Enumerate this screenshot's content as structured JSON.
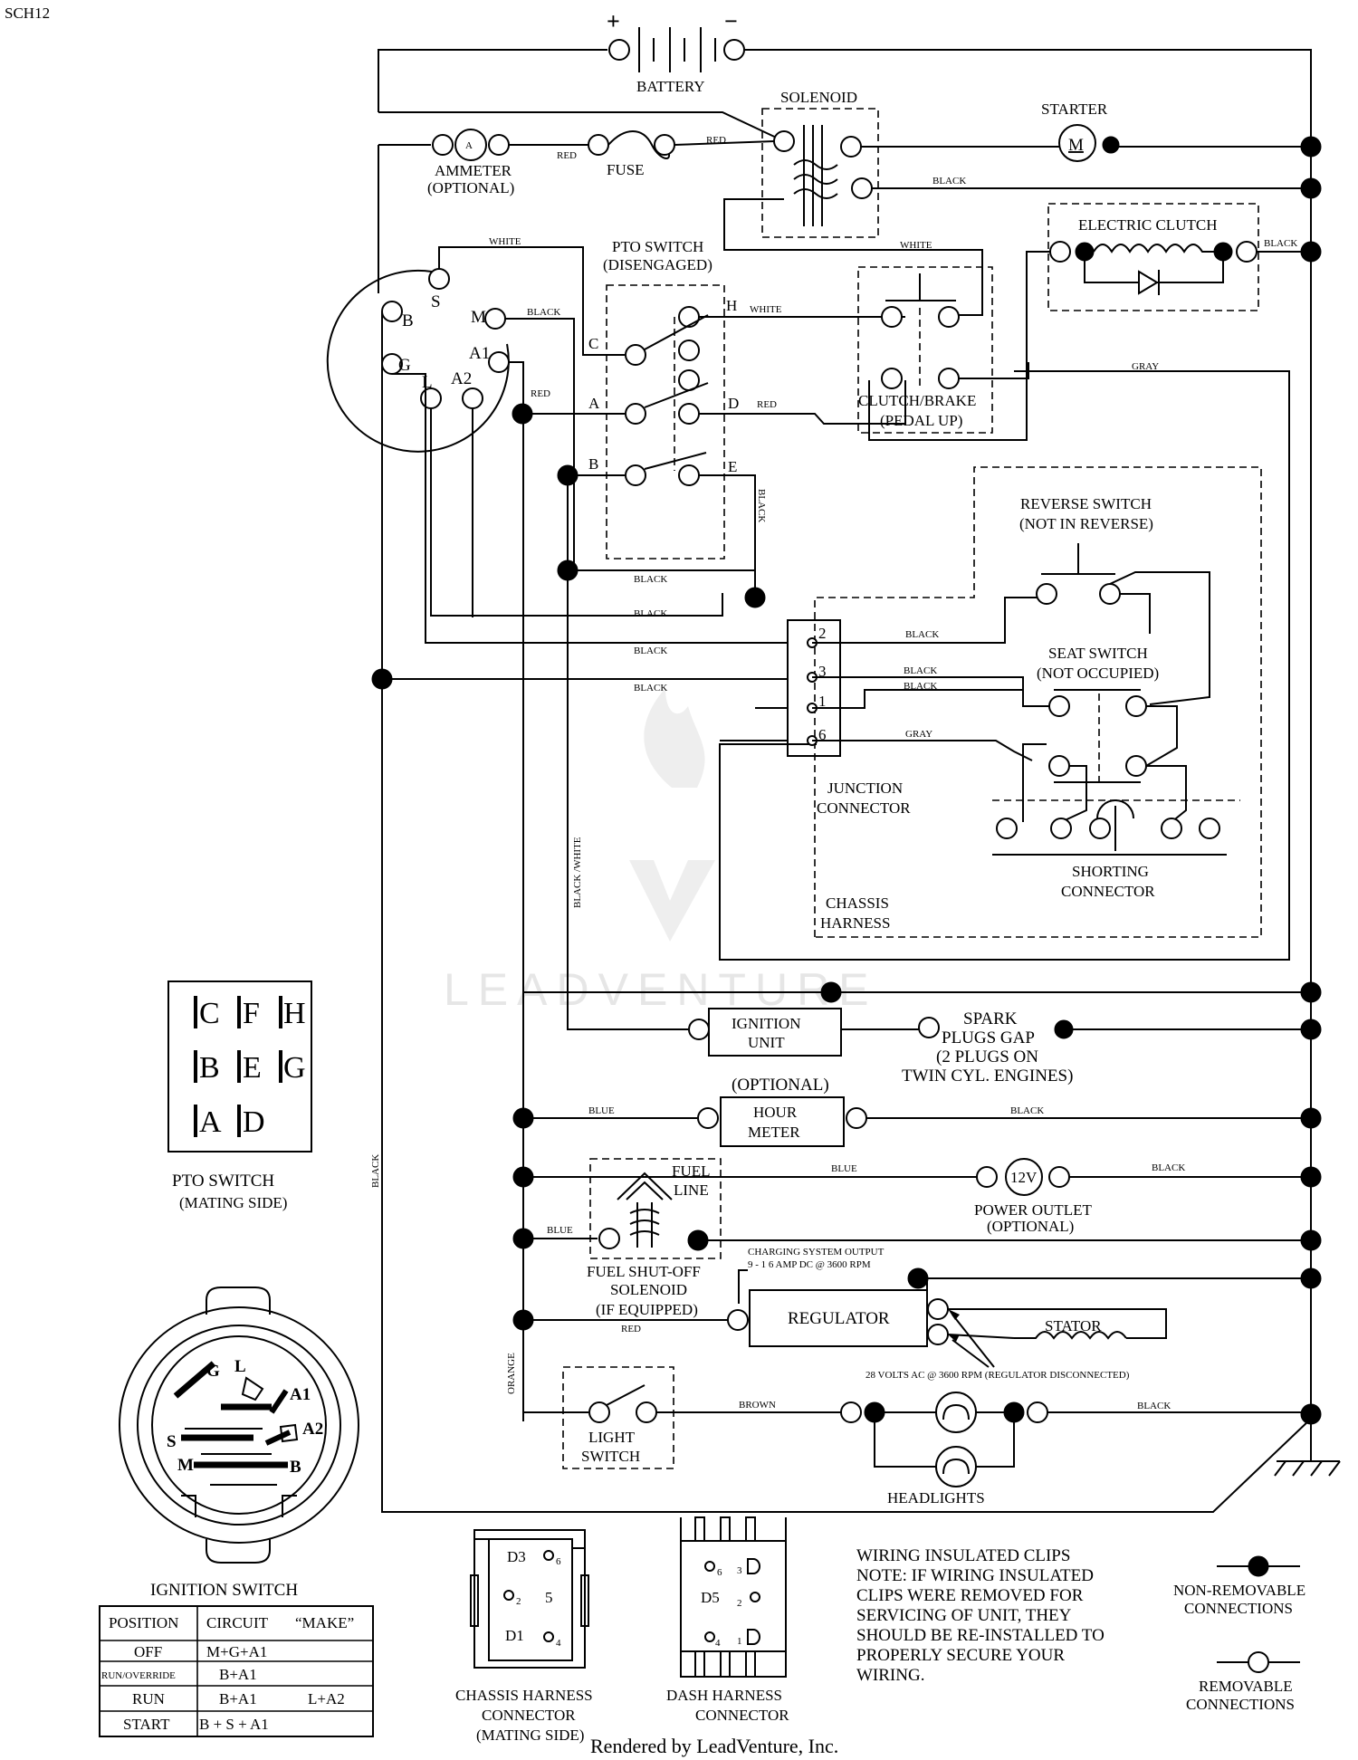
{
  "corner_code": "SCH12",
  "battery": {
    "label": "BATTERY",
    "plus": "+",
    "minus": "−"
  },
  "solenoid": {
    "label": "SOLENOID"
  },
  "starter": {
    "label": "STARTER",
    "symbol": "M"
  },
  "ammeter": {
    "label": "AMMETER",
    "note": "(OPTIONAL)",
    "symbol": "A"
  },
  "fuse": {
    "label": "FUSE"
  },
  "electric_clutch": {
    "label": "ELECTRIC CLUTCH"
  },
  "pto_switch": {
    "label": "PTO SWITCH",
    "state": "(DISENGAGED)"
  },
  "clutch_brake": {
    "label": "CLUTCH/BRAKE",
    "state": "(PEDAL UP)"
  },
  "reverse_switch": {
    "label": "REVERSE SWITCH",
    "state": "(NOT IN REVERSE)"
  },
  "seat_switch": {
    "label": "SEAT SWITCH",
    "state": "(NOT OCCUPIED)"
  },
  "junction_connector": {
    "line1": "JUNCTION",
    "line2": "CONNECTOR",
    "pins": [
      "2",
      "3",
      "1",
      "6"
    ]
  },
  "shorting_connector": {
    "line1": "SHORTING",
    "line2": "CONNECTOR"
  },
  "chassis_harness": {
    "line1": "CHASSIS",
    "line2": "HARNESS"
  },
  "ignition_unit": {
    "line1": "IGNITION",
    "line2": "UNIT"
  },
  "spark_plugs": {
    "line1": "SPARK",
    "line2": "PLUGS GAP",
    "line3": "(2 PLUGS ON",
    "line4": "TWIN CYL. ENGINES)"
  },
  "hour_meter": {
    "note": "(OPTIONAL)",
    "line1": "HOUR",
    "line2": "METER"
  },
  "fuel_shutoff": {
    "line1": "FUEL SHUT-OFF",
    "line2": "SOLENOID",
    "line3": "(IF EQUIPPED)",
    "fuel_line1": "FUEL",
    "fuel_line2": "LINE"
  },
  "power_outlet": {
    "symbol": "12V",
    "line1": "POWER OUTLET",
    "line2": "(OPTIONAL)"
  },
  "charging": {
    "line1": "CHARGING SYSTEM OUTPUT",
    "line2": "9 - 1 6 AMP DC @ 3600 RPM"
  },
  "regulator": {
    "label": "REGULATOR"
  },
  "stator": {
    "label": "STATOR",
    "note": "28 VOLTS AC @ 3600 RPM (REGULATOR DISCONNECTED)"
  },
  "light_switch": {
    "line1": "LIGHT",
    "line2": "SWITCH"
  },
  "headlights": {
    "label": "HEADLIGHTS"
  },
  "ign_switch_terminals": {
    "s": "S",
    "b": "B",
    "g": "G",
    "l": "L",
    "a2": "A2",
    "a1": "A1",
    "m": "M"
  },
  "pto_terminals": {
    "c": "C",
    "h": "H",
    "a": "A",
    "d": "D",
    "b": "B",
    "e": "E"
  },
  "wire_colors": {
    "red": "RED",
    "black": "BLACK",
    "white": "WHITE",
    "gray": "GRAY",
    "blue": "BLUE",
    "brown": "BROWN",
    "orange": "ORANGE",
    "black_white": "BLACK /WHITE"
  },
  "pto_mating": {
    "rows": [
      [
        "C",
        "F",
        "H"
      ],
      [
        "B",
        "E",
        "G"
      ],
      [
        "A",
        "D",
        ""
      ]
    ],
    "label": "PTO SWITCH",
    "sub": "(MATING SIDE)"
  },
  "ignition_switch": {
    "label": "IGNITION SWITCH",
    "face": {
      "g": "G",
      "l": "L",
      "a1": "A1",
      "s": "S",
      "a2": "A2",
      "m": "M",
      "b": "B"
    },
    "table": {
      "headers": [
        "POSITION",
        "CIRCUIT",
        "“MAKE”"
      ],
      "rows": [
        [
          "OFF",
          "M+G+A1",
          ""
        ],
        [
          "RUN/OVERRIDE",
          "B+A1",
          ""
        ],
        [
          "RUN",
          "B+A1",
          "L+A2"
        ],
        [
          "START",
          "B + S + A1",
          ""
        ]
      ]
    }
  },
  "chassis_connector": {
    "pins": [
      "D3",
      "6",
      "2",
      "5",
      "D1",
      "4"
    ],
    "line1": "CHASSIS HARNESS",
    "line2": "CONNECTOR",
    "line3": "(MATING SIDE)"
  },
  "dash_connector": {
    "pins": [
      "6",
      "3",
      "D5",
      "2",
      "4",
      "1"
    ],
    "line1": "DASH HARNESS",
    "line2": "CONNECTOR"
  },
  "note": {
    "lines": [
      "WIRING INSULATED CLIPS",
      "NOTE:  IF WIRING INSULATED",
      "CLIPS WERE REMOVED FOR",
      "SERVICING OF UNIT, THEY",
      "SHOULD BE RE-INSTALLED TO",
      "PROPERLY SECURE YOUR",
      "WIRING."
    ]
  },
  "legend": {
    "non_removable_1": "NON-REMOVABLE",
    "non_removable_2": "CONNECTIONS",
    "removable_1": "REMOVABLE",
    "removable_2": "CONNECTIONS"
  },
  "watermark": "LEADVENTURE",
  "footer": "Rendered by LeadVenture, Inc."
}
